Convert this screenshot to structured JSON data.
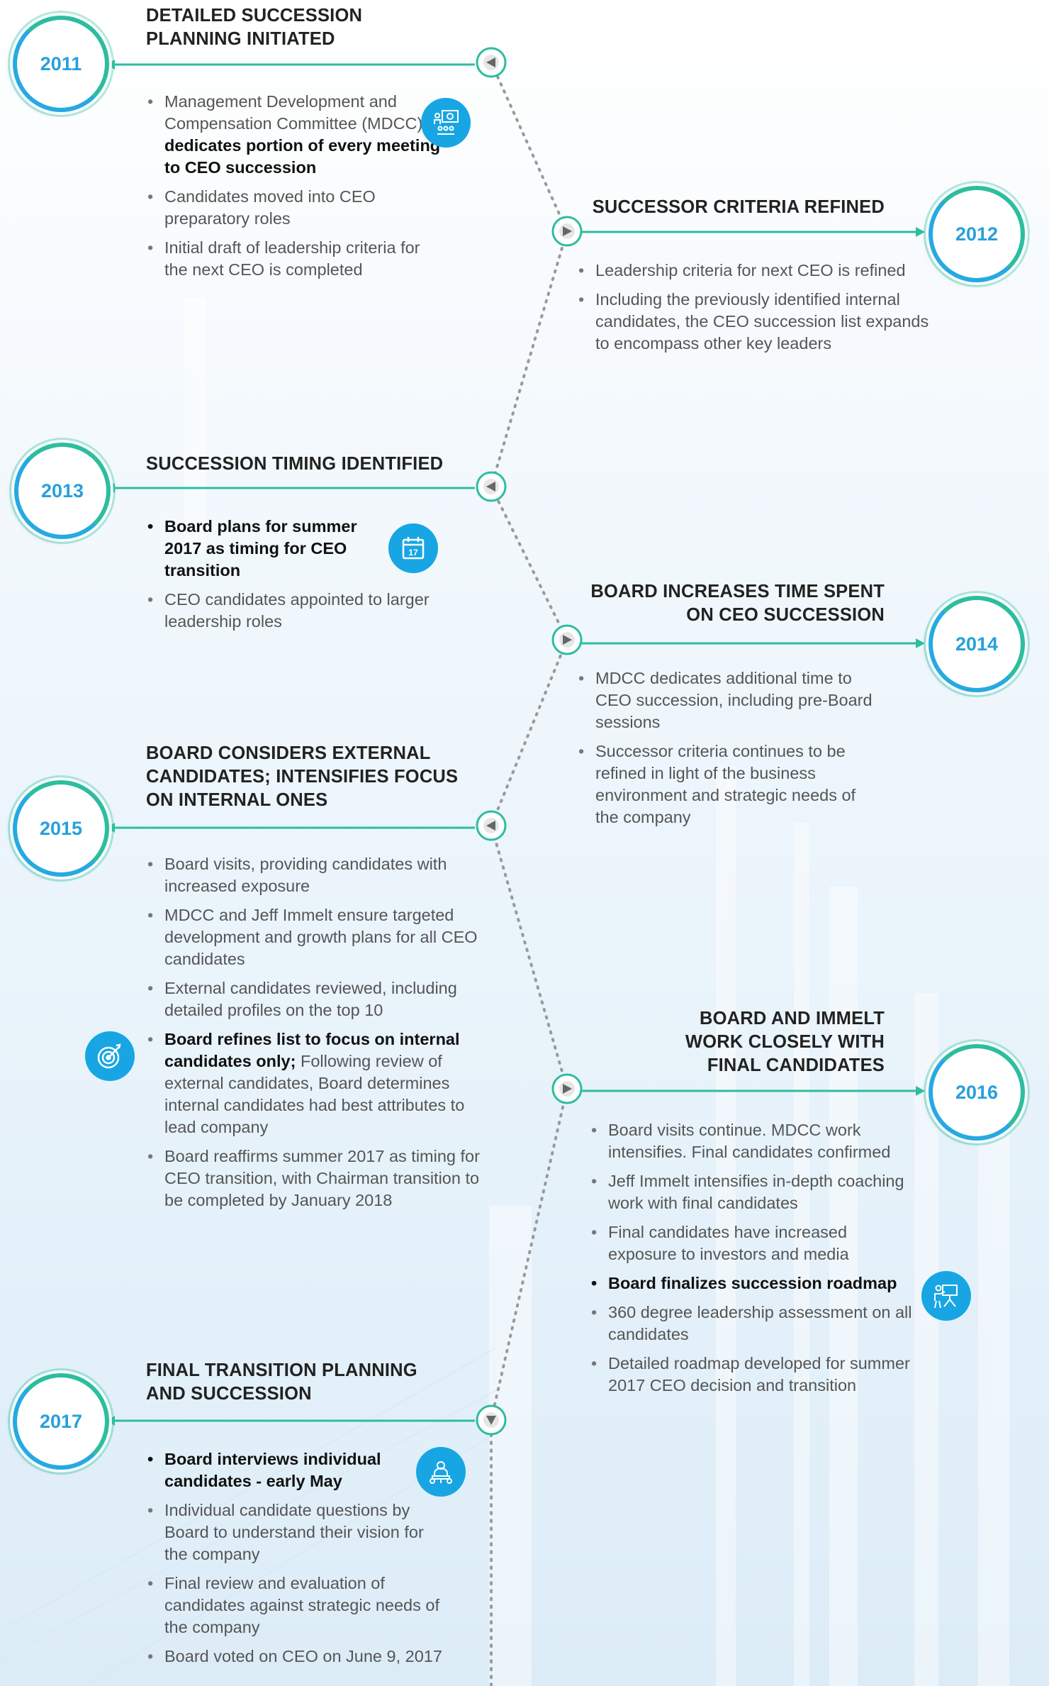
{
  "colors": {
    "accent_green": "#2dbd9f",
    "accent_blue": "#27a0dc",
    "icon_bg": "#17a6e3",
    "heading": "#222222",
    "body_text": "#555555"
  },
  "milestones": [
    {
      "year": "2011",
      "heading_lines": [
        "DETAILED SUCCESSION",
        "PLANNING INITIATED"
      ],
      "icon": "presentation-meeting-icon",
      "bullets": [
        {
          "pre": "Management Development and Compensation Committee (MDCC) ",
          "bold": "dedicates portion of every meeting to CEO succession"
        },
        {
          "text": "Candidates moved into CEO preparatory roles"
        },
        {
          "text": "Initial draft of leadership criteria for the next CEO is completed"
        }
      ]
    },
    {
      "year": "2012",
      "heading_lines": [
        "SUCCESSOR CRITERIA REFINED"
      ],
      "bullets": [
        {
          "text": "Leadership criteria for next CEO is refined"
        },
        {
          "text": "Including the previously identified internal candidates, the CEO succession list expands to encompass other key leaders"
        }
      ]
    },
    {
      "year": "2013",
      "heading_lines": [
        "SUCCESSION TIMING IDENTIFIED"
      ],
      "icon": "calendar-icon",
      "icon_text": "17",
      "bullets": [
        {
          "bold_only": "Board plans for summer 2017 as timing for CEO transition"
        },
        {
          "text": "CEO candidates appointed to larger leadership roles"
        }
      ]
    },
    {
      "year": "2014",
      "heading_lines": [
        "BOARD INCREASES TIME SPENT",
        "ON CEO SUCCESSION"
      ],
      "bullets": [
        {
          "text": "MDCC dedicates additional time to CEO succession, including pre-Board sessions"
        },
        {
          "text": "Successor criteria continues to be refined in light of the business environment and strategic needs of the company"
        }
      ]
    },
    {
      "year": "2015",
      "heading_lines": [
        "BOARD CONSIDERS EXTERNAL",
        "CANDIDATES; INTENSIFIES FOCUS",
        "ON INTERNAL ONES"
      ],
      "icon": "target-icon",
      "bullets": [
        {
          "text": "Board visits, providing candidates with increased exposure"
        },
        {
          "text": "MDCC and Jeff Immelt ensure targeted development and growth plans for all CEO candidates"
        },
        {
          "text": "External candidates reviewed, including detailed profiles on the top 10"
        },
        {
          "bold": "Board refines list to focus on internal candidates only;",
          "post": " Following review of external candidates, Board determines internal candidates had best attributes to lead company"
        },
        {
          "text": "Board reaffirms summer 2017 as timing for CEO transition, with Chairman transition to be completed by January 2018"
        }
      ]
    },
    {
      "year": "2016",
      "heading_lines": [
        "BOARD AND IMMELT",
        "WORK CLOSELY WITH",
        "FINAL CANDIDATES"
      ],
      "icon": "presenter-board-icon",
      "bullets": [
        {
          "text": "Board visits continue. MDCC work intensifies. Final candidates confirmed"
        },
        {
          "text": "Jeff Immelt intensifies in-depth coaching work with final candidates"
        },
        {
          "text": "Final candidates have increased exposure to investors and media"
        },
        {
          "bold_only": "Board finalizes succession roadmap"
        },
        {
          "text": "360 degree leadership assessment on all candidates"
        },
        {
          "text": "Detailed roadmap developed for summer 2017 CEO decision and transition"
        }
      ]
    },
    {
      "year": "2017",
      "heading_lines": [
        "FINAL TRANSITION PLANNING",
        "AND SUCCESSION"
      ],
      "icon": "interview-icon",
      "bullets": [
        {
          "bold_only": "Board interviews individual candidates - early May"
        },
        {
          "text": "Individual candidate questions by Board to understand their vision for the company"
        },
        {
          "text": "Final review and evaluation of candidates against strategic needs of the company"
        },
        {
          "text": "Board voted on CEO on June 9, 2017"
        }
      ]
    }
  ]
}
